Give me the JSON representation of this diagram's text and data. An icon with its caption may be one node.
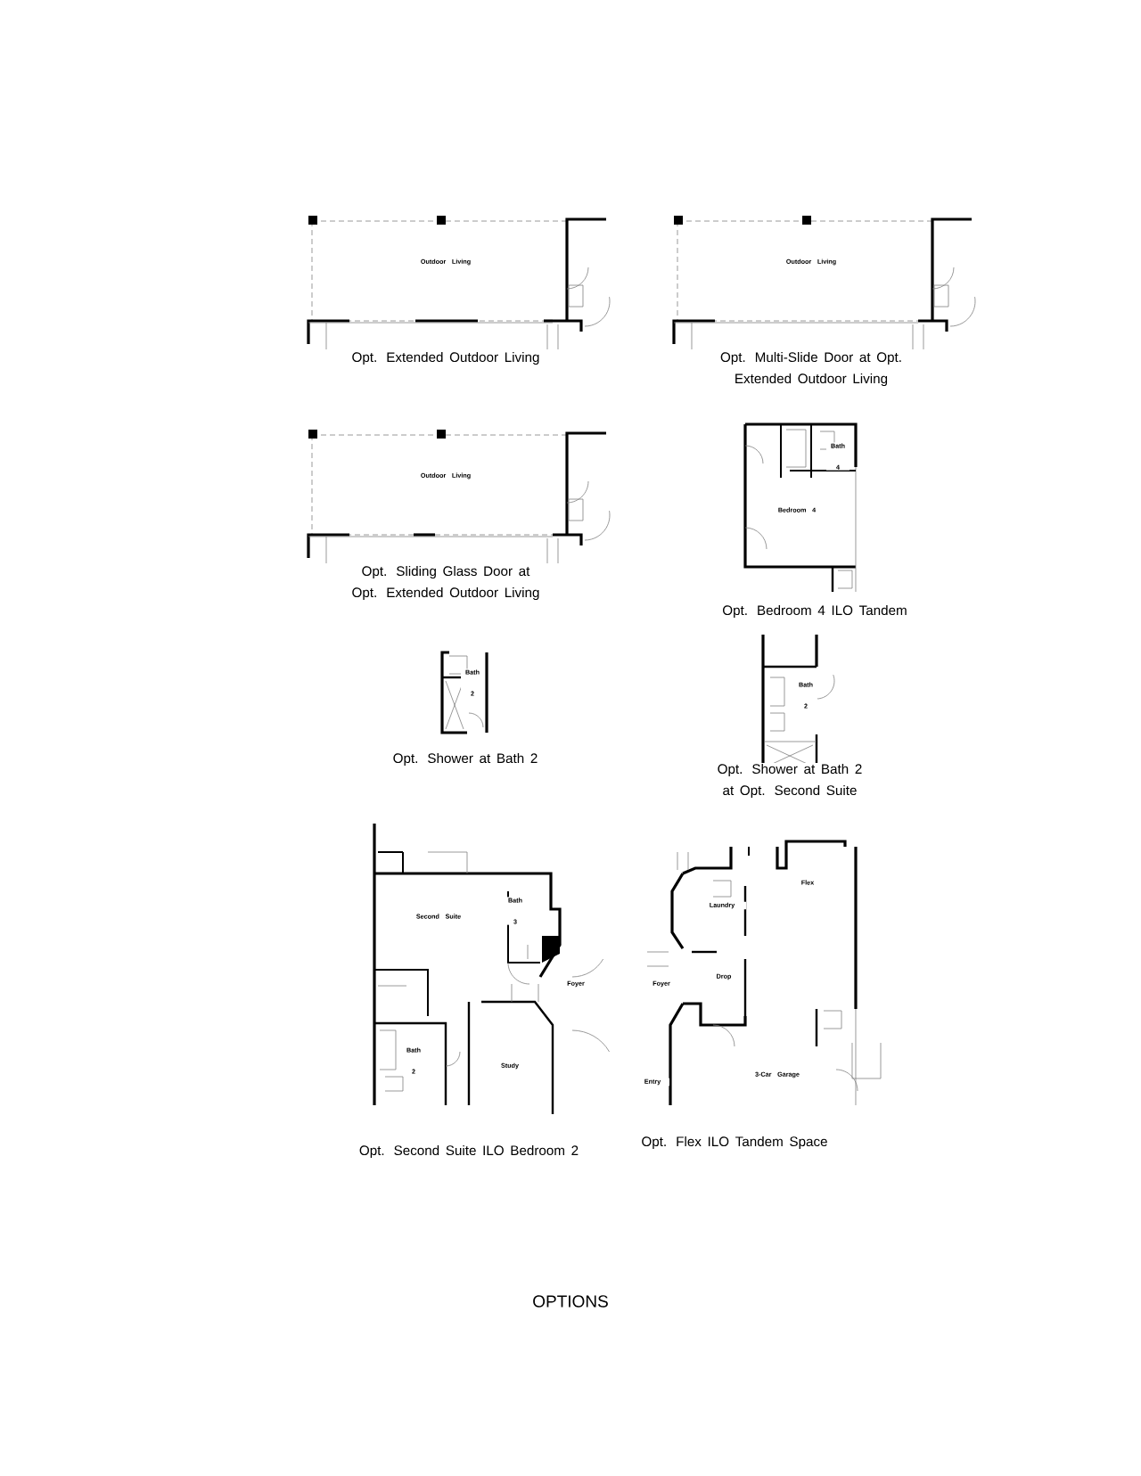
{
  "diagram": {
    "caption": "OPTIONS",
    "labels": [
      "Outdoor Living",
      "Outdoor Living",
      "Opt. Extended Outdoor Living",
      "Opt. Multi-Slide Door at Opt. Extended Outdoor Living",
      "Outdoor Living",
      "Bath 4",
      "Bedroom 4",
      "Opt. Sliding Glass Door at Opt. Extended Outdoor Living",
      "Opt. Bedroom 4 ILO Tandem",
      "Bath 2",
      "Bath 2",
      "Opt. Shower at Bath 2",
      "Opt. Shower at Bath 2 at Opt. Second Suite",
      "Second Suite",
      "Bath 3",
      "Laundry",
      "Flex",
      "Foyer",
      "Drop",
      "Foyer",
      "Bath 2",
      "Study",
      "3-Car Garage",
      "Entry",
      "Opt. Second Suite ILO Bedroom 2",
      "Opt. Flex ILO Tandem Space"
    ]
  }
}
